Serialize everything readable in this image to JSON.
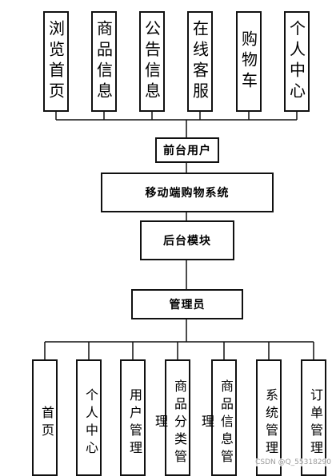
{
  "front_modules": [
    "浏览首页",
    "商品信息",
    "公告信息",
    "在线客服",
    "购物车",
    "个人中心"
  ],
  "front_user": "前台用户",
  "system": "移动端购物系统",
  "backend": "后台模块",
  "admin": "管理员",
  "admin_modules": [
    "首页",
    "个人中心",
    "用户管理",
    "商品分类管理",
    "商品信息管理",
    "系统管理",
    "订单管理"
  ],
  "watermark": "CSDN @Q_55318290"
}
